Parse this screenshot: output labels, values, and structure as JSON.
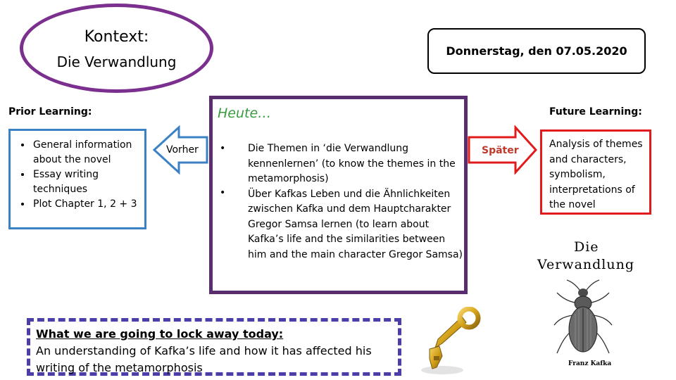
{
  "context": {
    "heading": "Kontext:",
    "subtitle": "Die Verwandlung"
  },
  "date": "Donnerstag, den 07.05.2020",
  "prior": {
    "title": "Prior Learning:",
    "items": [
      "General information about the novel",
      "Essay writing techniques",
      "Plot Chapter 1, 2 + 3"
    ]
  },
  "arrow_left_label": "Vorher",
  "today": {
    "title": "Heute…",
    "items": [
      "Die Themen in ‘die Verwandlung kennenlernen’ (to know the themes in the metamorphosis)",
      "Über Kafkas Leben und die Ähnlichkeiten zwischen Kafka und dem Hauptcharakter Gregor Samsa lernen (to learn about Kafka’s life and the similarities between him and the main character Gregor Samsa)"
    ]
  },
  "arrow_right_label": "Später",
  "future": {
    "title": "Future Learning:",
    "text": "Analysis of themes and characters, symbolism, interpretations of the novel"
  },
  "lock": {
    "title": "What we are going to lock away today:",
    "text": "An understanding of Kafka’s life and how it has affected his writing of the metamorphosis"
  },
  "book": {
    "line1": "Die",
    "line2": "Verwandlung",
    "author": "Franz Kafka"
  },
  "colors": {
    "oval": "#7b2f8e",
    "prior_border": "#3b82c4",
    "heute_border": "#5a2d6e",
    "heute_title": "#3a9a3e",
    "future_border": "#e11b1b",
    "lock_border": "#4b3ea8",
    "key": "#d4a21a"
  }
}
